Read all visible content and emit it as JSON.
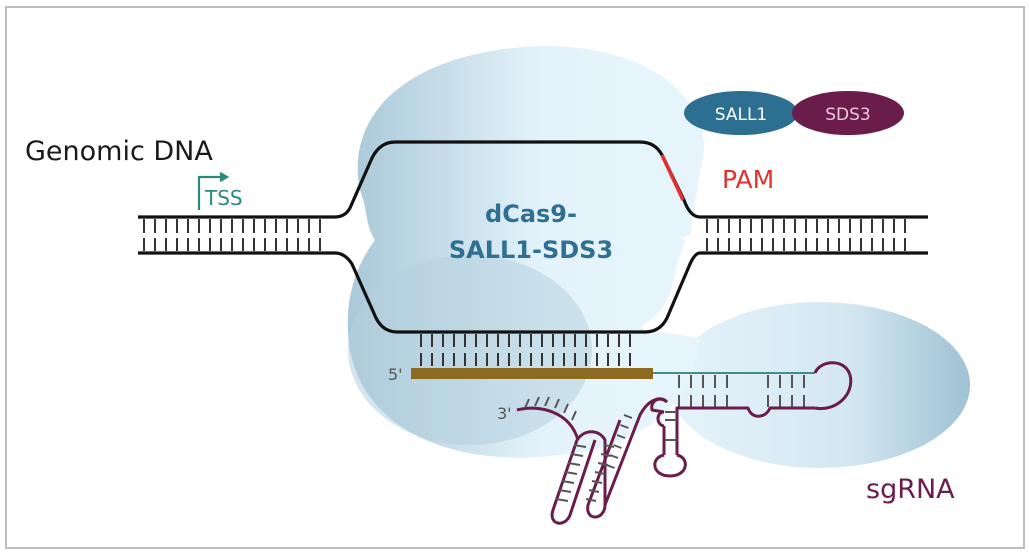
{
  "labels": {
    "genomic_dna": "Genomic DNA",
    "tss": "TSS",
    "pam": "PAM",
    "complex_line1": "dCas9-",
    "complex_line2": "SALL1-SDS3",
    "sall1": "SALL1",
    "sds3": "SDS3",
    "five_prime": "5'",
    "three_prime": "3'",
    "sgrna": "sgRNA"
  },
  "colors": {
    "dna": "#111111",
    "pam": "#e0322f",
    "tss": "#2a8a7a",
    "complex_text": "#2f6f92",
    "sall1": "#2c6f91",
    "sds3": "#6a1c4a",
    "sgrna": "#6a1c4a",
    "guide": "#8c6a22",
    "scaffold_link": "#3e8f86",
    "protein_light": "#e4f3fb",
    "protein_dark": "#a9c8d8",
    "border": "#bdbdbd"
  }
}
